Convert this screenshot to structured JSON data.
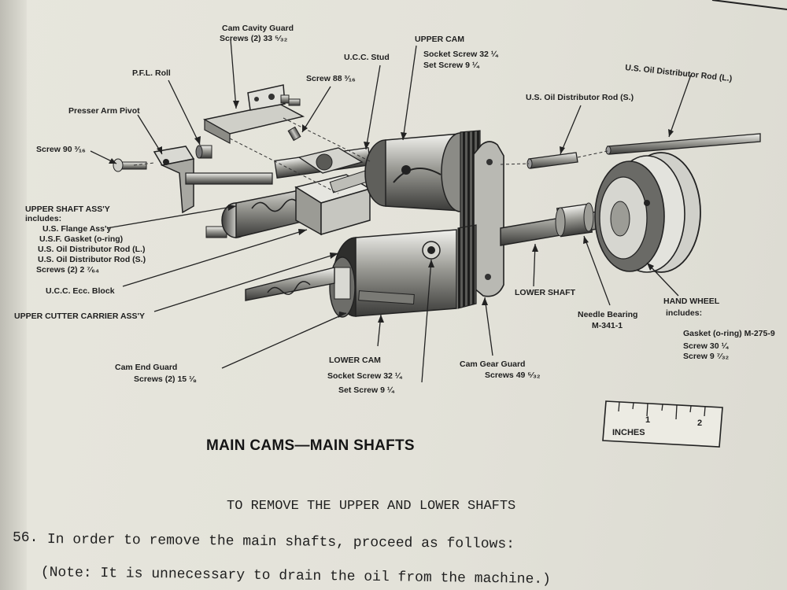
{
  "labels": {
    "cam_cavity_guard": "Cam Cavity Guard",
    "cam_cavity_guard_screws": "Screws (2) 33 ⁵⁄₃₂",
    "upper_cam": "UPPER CAM",
    "upper_cam_socket": "Socket Screw  32 ¼",
    "upper_cam_set": "Set  Screw 9 ¼",
    "ucc_stud": "U.C.C. Stud",
    "screw_88": "Screw 88 ³⁄₁₆",
    "pfl_roll": "P.F.L. Roll",
    "presser_arm_pivot": "Presser Arm Pivot",
    "screw_90": "Screw 90 ³⁄₁₆",
    "us_oil_rod_l": "U.S. Oil Distributor Rod (L.)",
    "us_oil_rod_s": "U.S. Oil Distributor Rod (S.)",
    "upper_shaft_assy": "UPPER SHAFT ASS'Y",
    "includes": "includes:",
    "us_flange": "U.S. Flange Ass'y",
    "usf_gasket": "U.S.F. Gasket (o-ring)",
    "us_oil_l": "U.S. Oil Distributor Rod (L.)",
    "us_oil_s": "U.S. Oil Distributor Rod (S.)",
    "screws_2": "Screws (2) 2 ⁷⁄₆₄",
    "ucc_ecc_block": "U.C.C. Ecc. Block",
    "upper_cutter": "UPPER CUTTER CARRIER ASS'Y",
    "lower_shaft": "LOWER SHAFT",
    "hand_wheel": "HAND WHEEL",
    "hand_wheel_includes": "includes:",
    "gasket_m275": "Gasket (o-ring) M-275-9",
    "screw_30": "Screw 30 ¼",
    "screw_9": "Screw 9 ⁷⁄₃₂",
    "needle_bearing": "Needle Bearing",
    "needle_bearing_part": "M-341-1",
    "cam_end_guard": "Cam End Guard",
    "cam_end_guard_screws": "Screws (2) 15 ⅛",
    "lower_cam": "LOWER CAM",
    "lower_cam_socket": "Socket  Screw  32 ¼",
    "lower_cam_set": "Set  Screw 9 ¼",
    "cam_gear_guard": "Cam Gear Guard",
    "cam_gear_guard_screws": "Screws 49 ⁵⁄₃₂"
  },
  "ruler": {
    "unit_label": "INCHES",
    "tick_1": "1",
    "tick_2": "2"
  },
  "figure_title": "MAIN CAMS—MAIN SHAFTS",
  "section_heading": "TO REMOVE THE UPPER AND LOWER SHAFTS",
  "step": {
    "number": "56.",
    "text": "In order to remove the main shafts, proceed as follows:",
    "note": "(Note: It is unnecessary to drain the oil from the machine.)"
  }
}
